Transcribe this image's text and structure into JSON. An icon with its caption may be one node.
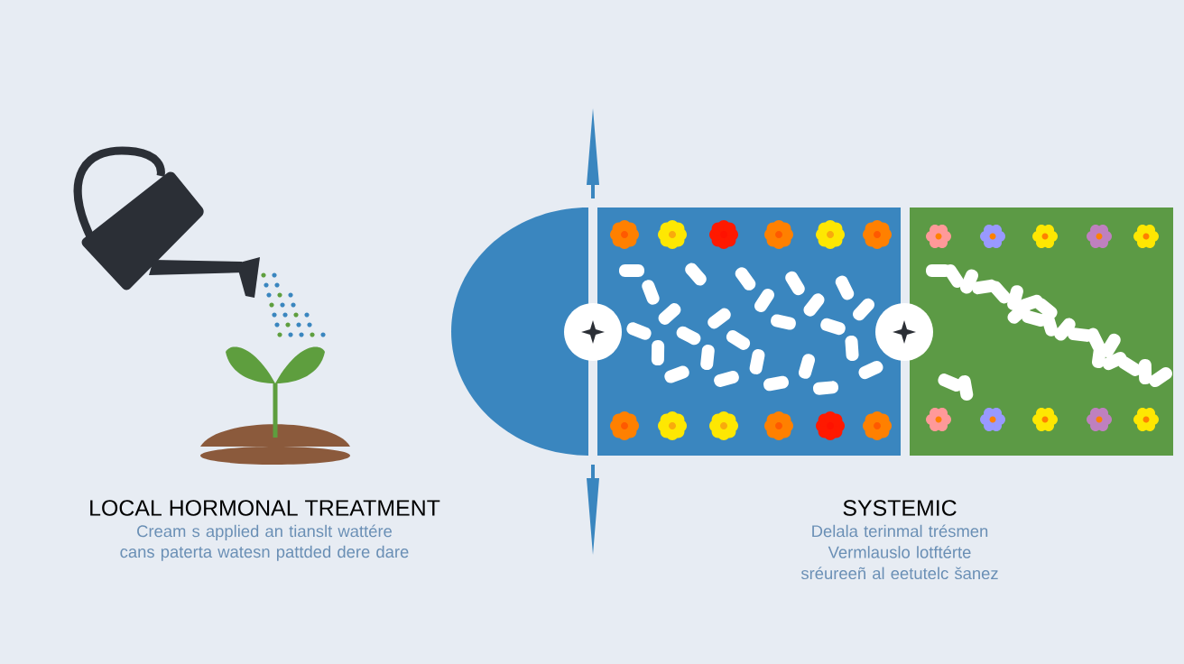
{
  "diagram": {
    "labels": [
      "LOCAL HORMONAL TREATMENT",
      "Cream s applied an tianslt wattére cans paterta watesn pattded dere dare",
      "SYSTEMIC",
      "Delala terinmal trésmen Vermlauslo lotftérte sréureeñ al eetutelc šanez"
    ]
  }
}
